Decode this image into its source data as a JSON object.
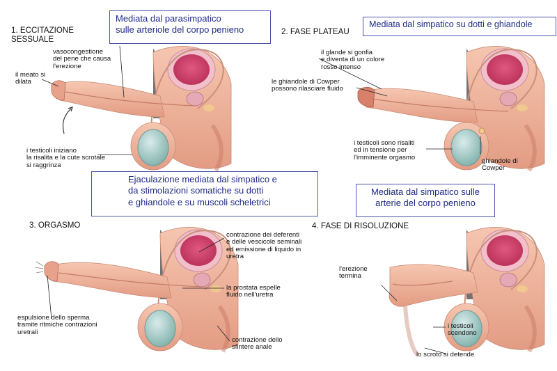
{
  "colors": {
    "skin": "#f0b39c",
    "skin_dark": "#c97a66",
    "bladder": "#e8a9b8",
    "bladder_inner": "#cf3f67",
    "testis": "#9cc6c2",
    "hair": "#3c3c3c",
    "gland": "#f1c88e",
    "box_text": "#1f2a86",
    "box_border": "#4a55a8"
  },
  "boxes": {
    "parasympathetic": "Mediata dal parasimpatico\nsulle arteriole del corpo penieno",
    "sympathetic_ducts": "Mediata dal simpatico su dotti e ghiandole",
    "ejaculation": "Ejaculazione mediata dal simpatico e\nda stimolazioni somatiche su dotti\ne ghiandole e su muscoli scheletrici",
    "sympathetic_arteries": "Mediata dal simpatico sulle\narterie del corpo penieno"
  },
  "phases": {
    "excitement": "1. ECCITAZIONE\n     SESSUALE",
    "plateau": "2. FASE PLATEAU",
    "orgasm": "3. ORGASMO",
    "resolution": "4. FASE DI RISOLUZIONE"
  },
  "labels": {
    "vasocongestion": "vasocongestione\ndel pene che causa\nl'erezione",
    "meatus": "il meato si\ndilata",
    "testicles_rise": "i testicoli iniziano\nla risalita e la cute scrotale\nsi raggrinza",
    "glans": "il glande si gonfia\ne diventa di un colore\nrosso intenso",
    "cowper_fluid": "le ghiandole di Cowper\npossono rilasciare fluido",
    "testicles_raised": "i testicoli sono risaliti\ned in tensione per\nl'imminente orgasmo",
    "cowper_glands": "ghiandole di\nCowper",
    "deferent_contraction": "contrazione dei deferenti\ne delle vescicole seminali\ned emissione di liquido in\nuretra",
    "prostate": "la prostata espelle\nfluido nell'uretra",
    "sperm_expulsion": "espulsione dello sperma\ntramite ritmiche contrazioni\nuretrali",
    "anal_sphincter": "contrazione dello\nsfintere anale",
    "erection_ends": "l'erezione\ntermina",
    "testicles_descend": "i testicoli\nscendono",
    "scrotum_relaxes": "lo scroto si detende"
  }
}
